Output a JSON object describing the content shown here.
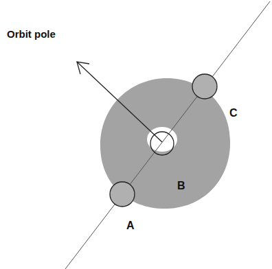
{
  "diagram": {
    "labels": [
      "Orbit pole",
      "A",
      "B",
      "C"
    ]
  }
}
